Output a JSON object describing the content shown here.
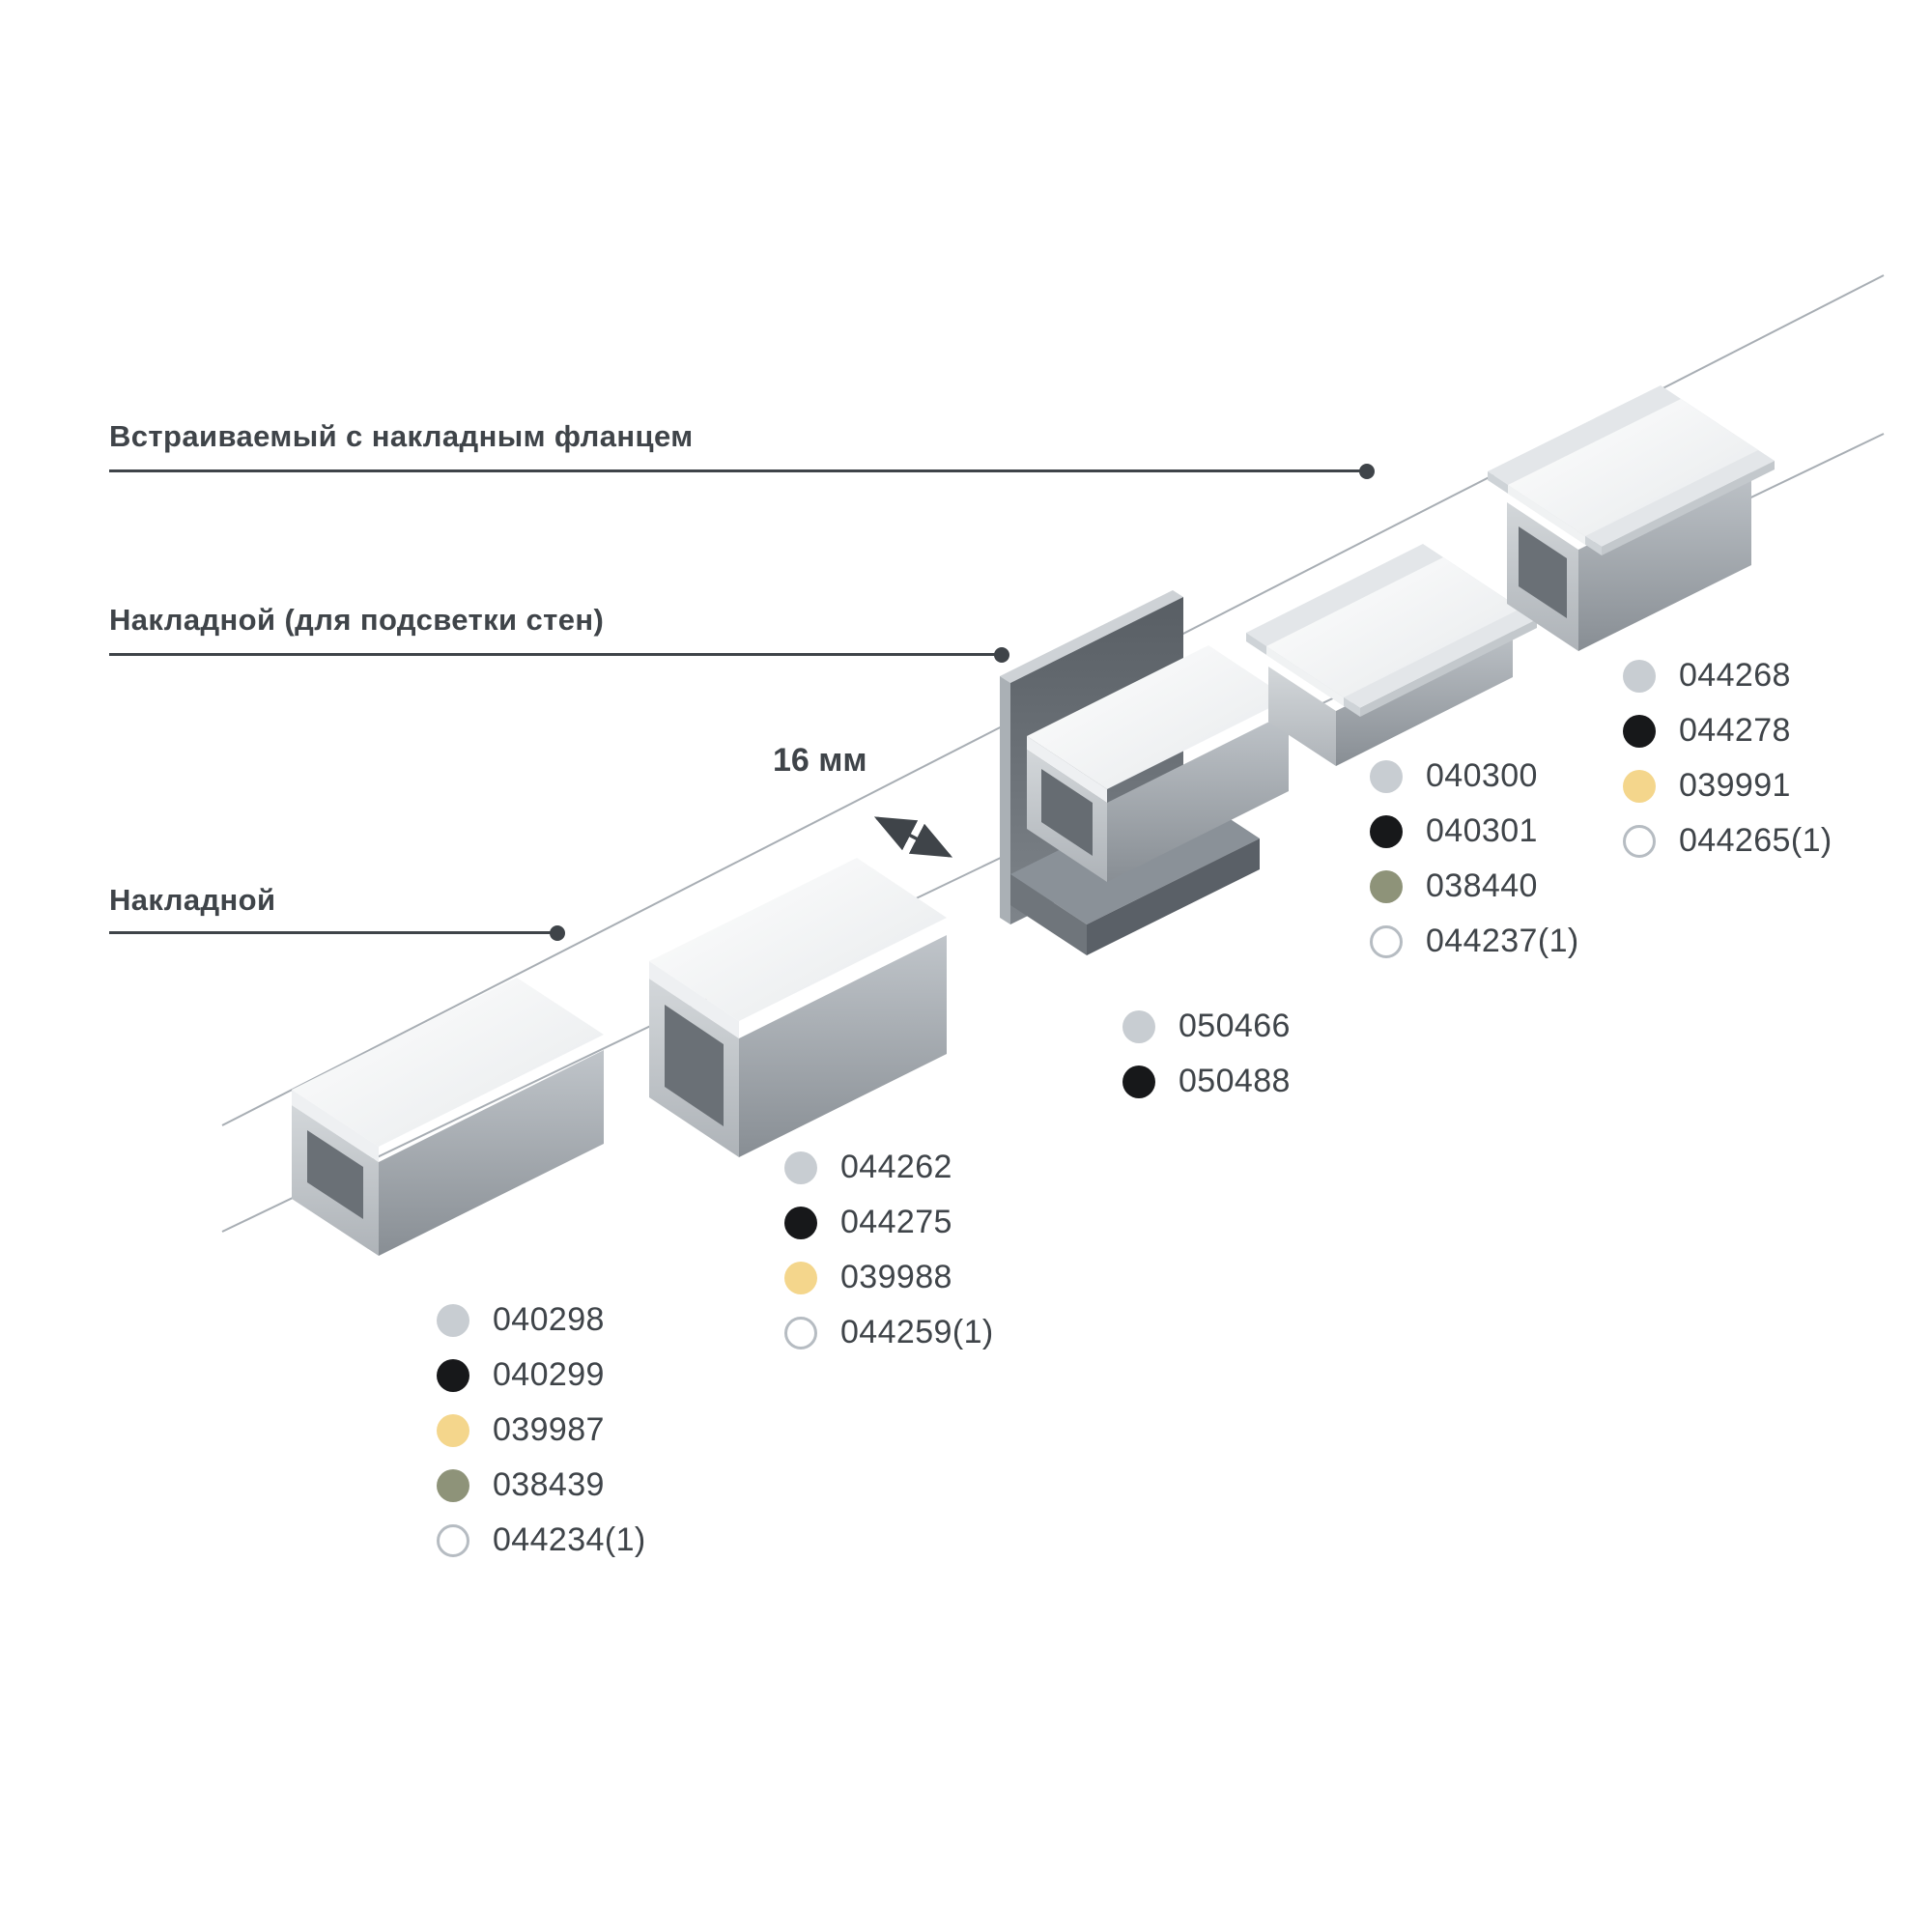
{
  "labels": [
    {
      "text": "Встраиваемый с накладным фланцем"
    },
    {
      "text": "Накладной (для подсветки стен)"
    },
    {
      "text": "Накладной"
    }
  ],
  "dimension": {
    "text": "16 мм"
  },
  "colors": {
    "gray": "#c8cdd2",
    "black": "#17181a",
    "yellow": "#f4d68c",
    "olive": "#8e9379",
    "white": "#ffffff",
    "text": "#3f4449",
    "leader": "#3f4449",
    "axis_line": "#a8aeb4"
  },
  "product_groups": [
    {
      "profile": "surface-mounted-low",
      "items": [
        {
          "color": "gray",
          "code": "040298"
        },
        {
          "color": "black",
          "code": "040299"
        },
        {
          "color": "yellow",
          "code": "039987"
        },
        {
          "color": "olive",
          "code": "038439"
        },
        {
          "color": "white",
          "code": "044234(1)"
        }
      ]
    },
    {
      "profile": "surface-mounted-high",
      "items": [
        {
          "color": "gray",
          "code": "044262"
        },
        {
          "color": "black",
          "code": "044275"
        },
        {
          "color": "yellow",
          "code": "039988"
        },
        {
          "color": "white",
          "code": "044259(1)"
        }
      ]
    },
    {
      "profile": "wall-mounted",
      "items": [
        {
          "color": "gray",
          "code": "050466"
        },
        {
          "color": "black",
          "code": "050488"
        }
      ]
    },
    {
      "profile": "recessed-low",
      "items": [
        {
          "color": "gray",
          "code": "040300"
        },
        {
          "color": "black",
          "code": "040301"
        },
        {
          "color": "olive",
          "code": "038440"
        },
        {
          "color": "white",
          "code": "044237(1)"
        }
      ]
    },
    {
      "profile": "recessed-with-flange",
      "items": [
        {
          "color": "gray",
          "code": "044268"
        },
        {
          "color": "black",
          "code": "044278"
        },
        {
          "color": "yellow",
          "code": "039991"
        },
        {
          "color": "white",
          "code": "044265(1)"
        }
      ]
    }
  ]
}
